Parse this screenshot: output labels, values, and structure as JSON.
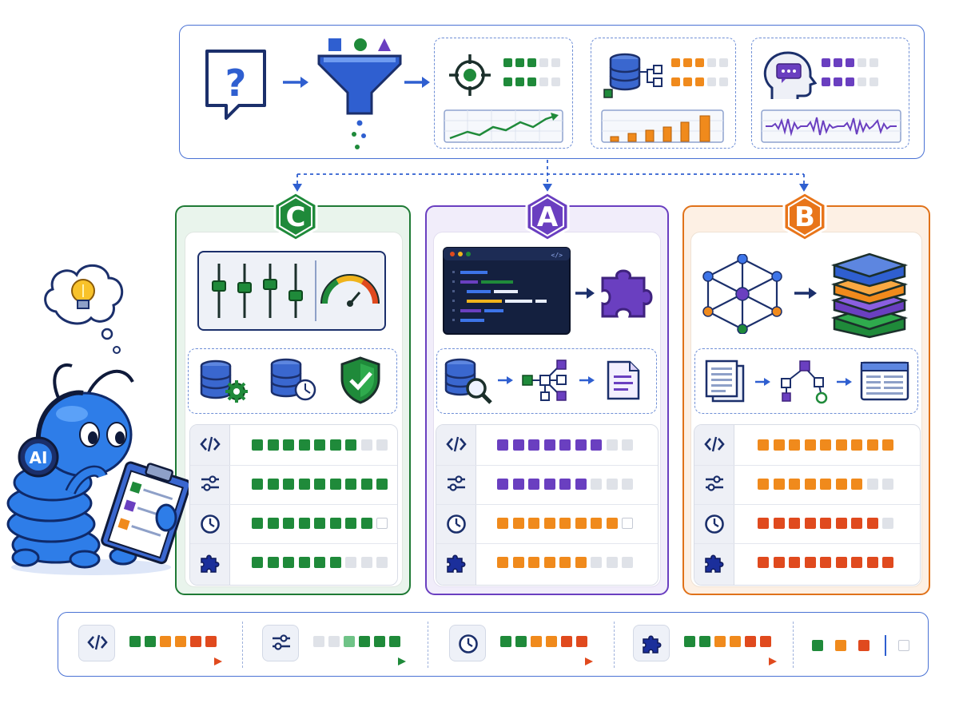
{
  "labels": {
    "panel_c": "C",
    "panel_a": "A",
    "panel_b": "B",
    "mascot_badge": "AI"
  },
  "icons": {
    "question": "question-bubble-icon",
    "funnel": "funnel-icon",
    "target": "target-icon",
    "database_tree": "database-tree-icon",
    "head_chat": "head-chat-icon",
    "sliders": "sliders-icon",
    "gauge": "gauge-icon",
    "db_gear": "database-gear-icon",
    "db_clock": "database-clock-icon",
    "shield": "shield-check-icon",
    "code_window": "code-window-icon",
    "puzzle": "puzzle-icon",
    "db_search": "database-search-icon",
    "graph": "graph-icon",
    "document": "document-icon",
    "network": "network-icon",
    "layers": "layer-stack-icon",
    "docs": "documents-icon",
    "browser": "browser-window-icon",
    "code": "code-icon",
    "tune": "tune-icon",
    "clock": "clock-icon",
    "lightbulb": "lightbulb-icon"
  },
  "colors": {
    "green": "#1f8a3a",
    "purple": "#6a3fc0",
    "orange": "#f08a1c",
    "red": "#e04a1e",
    "blue": "#2f5fd0",
    "empty": "#dfe2e8"
  },
  "scores": {
    "panel_c": [
      {
        "metric": "code",
        "filled": 7,
        "total": 9,
        "colors": [
          "green"
        ]
      },
      {
        "metric": "tune",
        "filled": 9,
        "total": 9,
        "colors": [
          "green"
        ]
      },
      {
        "metric": "clock",
        "filled": 8,
        "total": 9,
        "colors": [
          "green"
        ]
      },
      {
        "metric": "puzzle",
        "filled": 6,
        "total": 9,
        "colors": [
          "green"
        ]
      }
    ],
    "panel_a": [
      {
        "metric": "code",
        "filled": 7,
        "total": 9,
        "colors": [
          "purple"
        ]
      },
      {
        "metric": "tune",
        "filled": 6,
        "total": 9,
        "colors": [
          "purple"
        ]
      },
      {
        "metric": "clock",
        "filled": 8,
        "total": 9,
        "colors": [
          "orange"
        ]
      },
      {
        "metric": "puzzle",
        "filled": 6,
        "total": 9,
        "colors": [
          "orange"
        ]
      }
    ],
    "panel_b": [
      {
        "metric": "code",
        "filled": 9,
        "total": 9,
        "colors": [
          "orange"
        ]
      },
      {
        "metric": "tune",
        "filled": 7,
        "total": 9,
        "colors": [
          "orange"
        ]
      },
      {
        "metric": "clock",
        "filled": 8,
        "total": 9,
        "colors": [
          "red"
        ]
      },
      {
        "metric": "puzzle",
        "filled": 9,
        "total": 9,
        "colors": [
          "red"
        ]
      }
    ]
  },
  "legend": [
    {
      "icon": "code",
      "squares": [
        "green",
        "green",
        "orange",
        "orange",
        "red",
        "red"
      ],
      "arrow": "red"
    },
    {
      "icon": "tune",
      "squares": [
        "empty",
        "empty",
        "green-light",
        "green",
        "green",
        "green"
      ],
      "arrow": "green"
    },
    {
      "icon": "clock",
      "squares": [
        "green",
        "green",
        "orange",
        "orange",
        "red",
        "red"
      ],
      "arrow": "red"
    },
    {
      "icon": "puzzle",
      "squares": [
        "green",
        "green",
        "orange",
        "orange",
        "red",
        "red"
      ],
      "arrow": "red"
    }
  ],
  "legend_key": [
    "green",
    "orange",
    "red"
  ]
}
